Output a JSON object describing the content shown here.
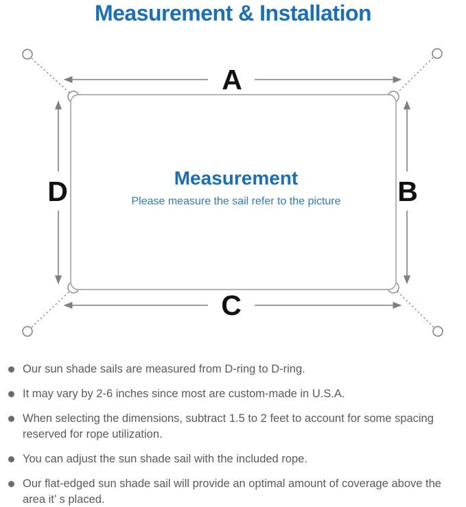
{
  "title": "Measurement & Installation",
  "diagram": {
    "side_labels": {
      "top": "A",
      "right": "B",
      "bottom": "C",
      "left": "D"
    },
    "center_title": "Measurement",
    "center_subtitle": "Please measure the sail refer to the picture",
    "corner_hardware": "d-ring",
    "anchor_points": "mounting-point-circle"
  },
  "bullets": [
    "Our sun shade sails are measured from D-ring to D-ring.",
    "It may vary by 2-6 inches since most are custom-made in U.S.A.",
    "When selecting the dimensions, subtract 1.5 to 2 feet to account for some spacing reserved for rope utilization.",
    "You can adjust the sun shade sail with the included rope.",
    "Our flat-edged sun shade sail will provide an optimal amount of coverage above the area it’ s placed."
  ],
  "colors": {
    "title_blue": "#1a6fb8",
    "center_title_blue": "#1b6db4",
    "center_subtitle_blue": "#2f78bb",
    "note_text_gray": "#595959",
    "diagram_line_gray": "#7f7f7f",
    "sail_outline_gray": "#9c9c9c",
    "label_black": "#111111",
    "background": "#ffffff"
  }
}
